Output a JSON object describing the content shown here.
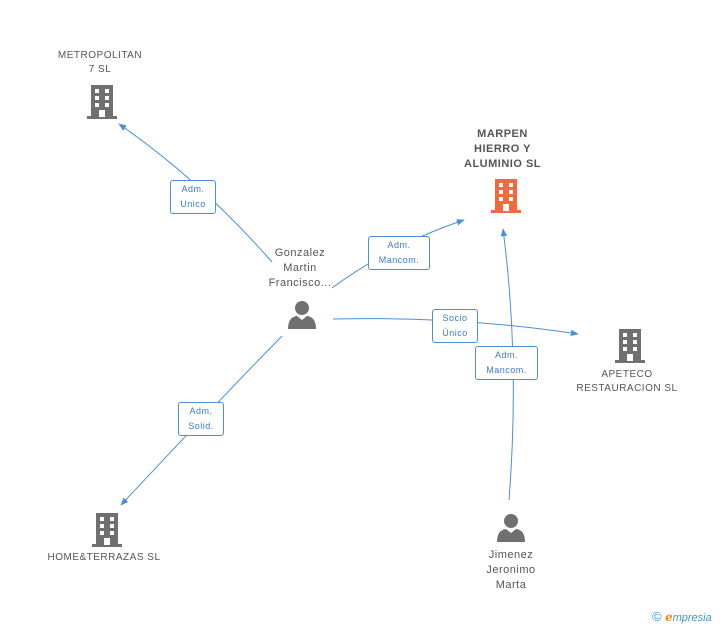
{
  "nodes": {
    "metropolitan": {
      "lines": [
        "METROPOLITAN",
        "7 SL"
      ],
      "kind": "company",
      "icon": "building-icon"
    },
    "marpen": {
      "lines": [
        "MARPEN",
        "HIERRO Y",
        "ALUMINIO SL"
      ],
      "kind": "company-focus",
      "icon": "building-icon",
      "color": "#f26a3c"
    },
    "gonzalez": {
      "lines": [
        "Gonzalez",
        "Martin",
        "Francisco..."
      ],
      "kind": "person",
      "icon": "person-icon"
    },
    "apeteco": {
      "lines": [
        "APETECO",
        "RESTAURACION SL"
      ],
      "kind": "company",
      "icon": "building-icon"
    },
    "home": {
      "lines": [
        "HOME&TERRAZAS SL"
      ],
      "kind": "company",
      "icon": "building-icon"
    },
    "jimenez": {
      "lines": [
        "Jimenez",
        "Jeronimo",
        "Marta"
      ],
      "kind": "person",
      "icon": "person-icon"
    }
  },
  "edges": {
    "gonzalez_metropolitan": {
      "lines": [
        "Adm.",
        "Unico"
      ]
    },
    "gonzalez_marpen": {
      "lines": [
        "Adm.",
        "Mancom."
      ]
    },
    "gonzalez_apeteco": {
      "lines": [
        "Socio",
        "Único"
      ]
    },
    "jimenez_marpen": {
      "lines": [
        "Adm.",
        "Mancom."
      ]
    },
    "gonzalez_home": {
      "lines": [
        "Adm.",
        "Solid."
      ]
    }
  },
  "colors": {
    "edge": "#4a8fd8",
    "icon_gray": "#707070",
    "focus": "#f26a3c"
  },
  "brand": {
    "copyright": "©",
    "e": "e",
    "rest": "mpresia"
  }
}
